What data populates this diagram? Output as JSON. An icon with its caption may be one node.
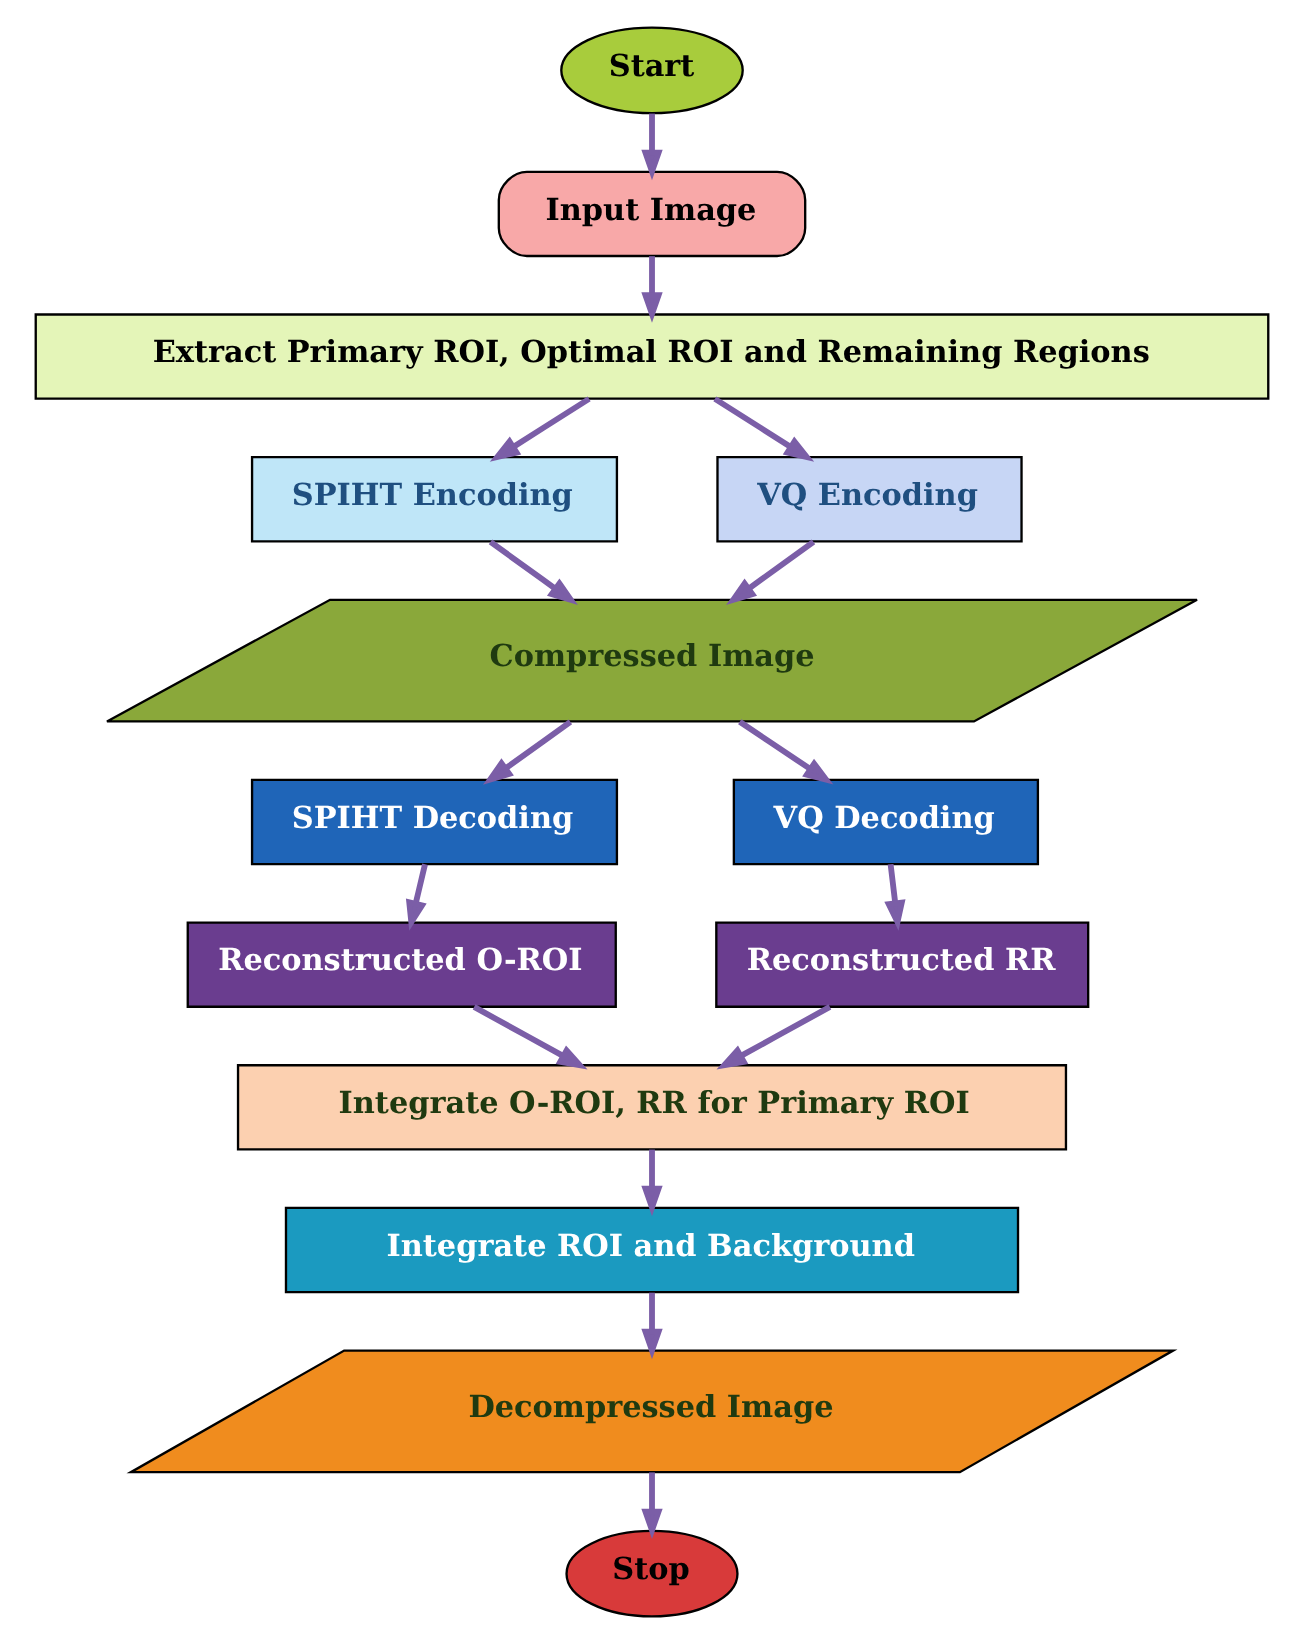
{
  "diagram": {
    "nodes": [
      {
        "text": [
          "Start"
        ]
      },
      {
        "text": [
          "Input Image"
        ]
      },
      {
        "text": [
          "Extract Primary ROI, Optimal ROI and Remaining Regions"
        ]
      },
      {
        "text": [
          "SPIHT Encoding"
        ]
      },
      {
        "text": [
          "VQ Encoding"
        ]
      },
      {
        "text": [
          "Compressed Image"
        ]
      },
      {
        "text": [
          "SPIHT Decoding"
        ]
      },
      {
        "text": [
          "VQ Decoding"
        ]
      },
      {
        "text": [
          "Reconstructed O-ROI"
        ]
      },
      {
        "text": [
          "Reconstructed RR"
        ]
      },
      {
        "text": [
          "Integrate O-ROI, RR for Primary ROI"
        ]
      },
      {
        "text": [
          "Integrate ROI and Background"
        ]
      },
      {
        "text": [
          "Decompressed Image"
        ]
      },
      {
        "text": [
          "Stop"
        ]
      }
    ],
    "edges": [
      {
        "from": 0,
        "to": 1,
        "arrow": "to"
      },
      {
        "from": 1,
        "to": 2,
        "arrow": "to"
      },
      {
        "from": 2,
        "to": 3,
        "arrow": "to"
      },
      {
        "from": 2,
        "to": 4,
        "arrow": "to"
      },
      {
        "from": 3,
        "to": 5,
        "arrow": "to"
      },
      {
        "from": 4,
        "to": 5,
        "arrow": "to"
      },
      {
        "from": 5,
        "to": 6,
        "arrow": "to"
      },
      {
        "from": 5,
        "to": 7,
        "arrow": "to"
      },
      {
        "from": 6,
        "to": 8,
        "arrow": "to"
      },
      {
        "from": 7,
        "to": 9,
        "arrow": "to"
      },
      {
        "from": 8,
        "to": 10,
        "arrow": "to"
      },
      {
        "from": 9,
        "to": 10,
        "arrow": "to"
      },
      {
        "from": 10,
        "to": 11,
        "arrow": "to"
      },
      {
        "from": 11,
        "to": 12,
        "arrow": "to"
      },
      {
        "from": 12,
        "to": 13,
        "arrow": "to"
      }
    ]
  }
}
